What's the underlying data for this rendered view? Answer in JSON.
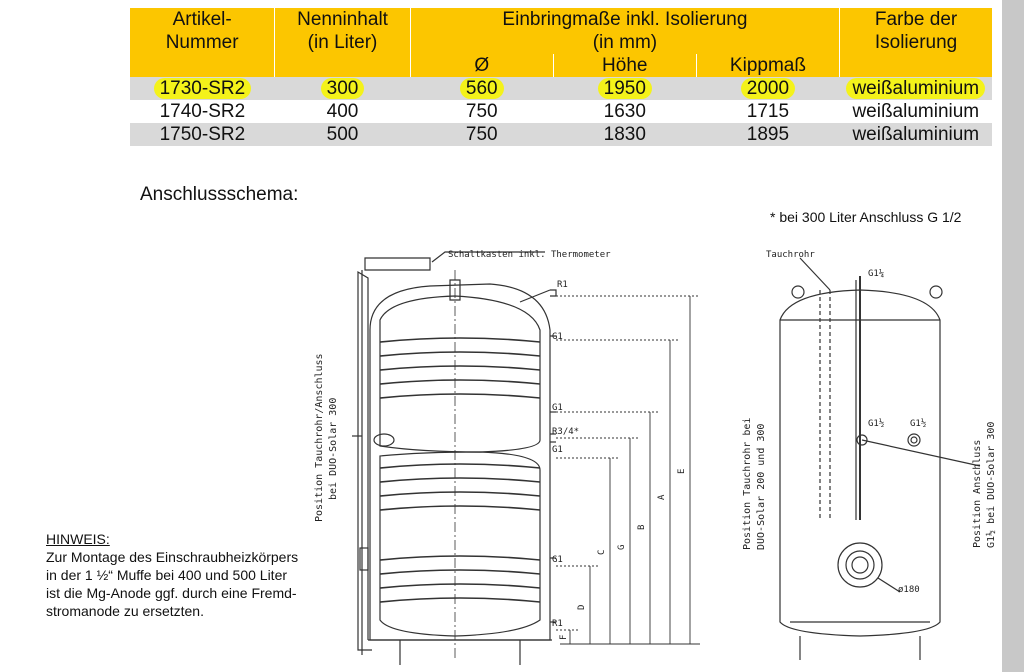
{
  "table": {
    "headers": {
      "artikel": "Artikel-\nNummer",
      "nenninhalt": "Nenninhalt\n(in Liter)",
      "einbring": "Einbringmaße inkl. Isolierung\n(in mm)",
      "farbe": "Farbe der\nIsolierung",
      "sub_d": "Ø",
      "sub_h": "Höhe",
      "sub_k": "Kippmaß"
    },
    "rows": [
      {
        "nr": "1730-SR2",
        "liter": "300",
        "d": "560",
        "h": "1950",
        "k": "2000",
        "farbe": "weißaluminium"
      },
      {
        "nr": "1740-SR2",
        "liter": "400",
        "d": "750",
        "h": "1630",
        "k": "1715",
        "farbe": "weißaluminium"
      },
      {
        "nr": "1750-SR2",
        "liter": "500",
        "d": "750",
        "h": "1830",
        "k": "1895",
        "farbe": "weißaluminium"
      }
    ],
    "colors": {
      "header": "#fcc600",
      "highlight": "#f4f21a",
      "stripe": "#d9d9d9"
    }
  },
  "section_title": "Anschlussschema:",
  "note_top": "* bei 300 Liter Anschluss G 1/2",
  "hinweis": {
    "title": "HINWEIS:",
    "lines": [
      "Zur Montage des Einschraubheizkörpers",
      "in der 1 ½“ Muffe bei 400 und 500 Liter",
      "ist die Mg-Anode ggf. durch eine Fremd-",
      "stromanode zu ersetzten."
    ]
  },
  "diagram": {
    "schaltkasten": "Schaltkasten inkl. Thermometer",
    "tauchrohr": "Tauchrohr",
    "left_vertical_1": "Position Tauchrohr/Anschluss",
    "left_vertical_2": "bei DUO-Solar 300",
    "conn_r1_top": "R1",
    "conn_g1_a": "G1",
    "conn_g1_b": "G1",
    "conn_r34": "R3/4*",
    "conn_g1_c": "G1",
    "conn_g1_d": "G1",
    "conn_r1_bottom": "R1",
    "dim_a": "A",
    "dim_b": "B",
    "dim_c": "C",
    "dim_d": "D",
    "dim_e": "E",
    "dim_f": "F",
    "dim_g": "G",
    "right_g114": "G1¼",
    "right_g112_a": "G1½",
    "right_g112_b": "G1½",
    "right_vertical_1": "Position Tauchrohr bei",
    "right_vertical_2": "DUO-Solar 200 und 300",
    "far_vertical_1": "Position Anschluss",
    "far_vertical_2": "G1½ bei DUO-Solar 300",
    "flange": "ø180"
  }
}
